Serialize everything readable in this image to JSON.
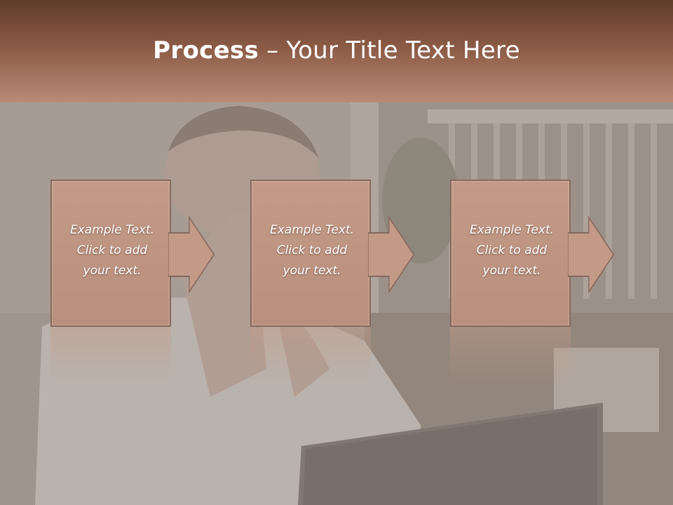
{
  "slide": {
    "title_bold": "Process",
    "title_dash": " – ",
    "title_rest": "Your Title Text Here"
  },
  "steps": [
    {
      "text": "Example Text.\nClick  to add\nyour text."
    },
    {
      "text": "Example Text.\nClick  to add\nyour text."
    },
    {
      "text": "Example Text.\nClick  to add\nyour text."
    }
  ],
  "colors": {
    "title_bar": "#8a5a45",
    "box_fill": "#c39a88",
    "box_border": "#86685c",
    "text": "#ffffff"
  },
  "background_image": "man-covering-face-with-laptop-photo"
}
